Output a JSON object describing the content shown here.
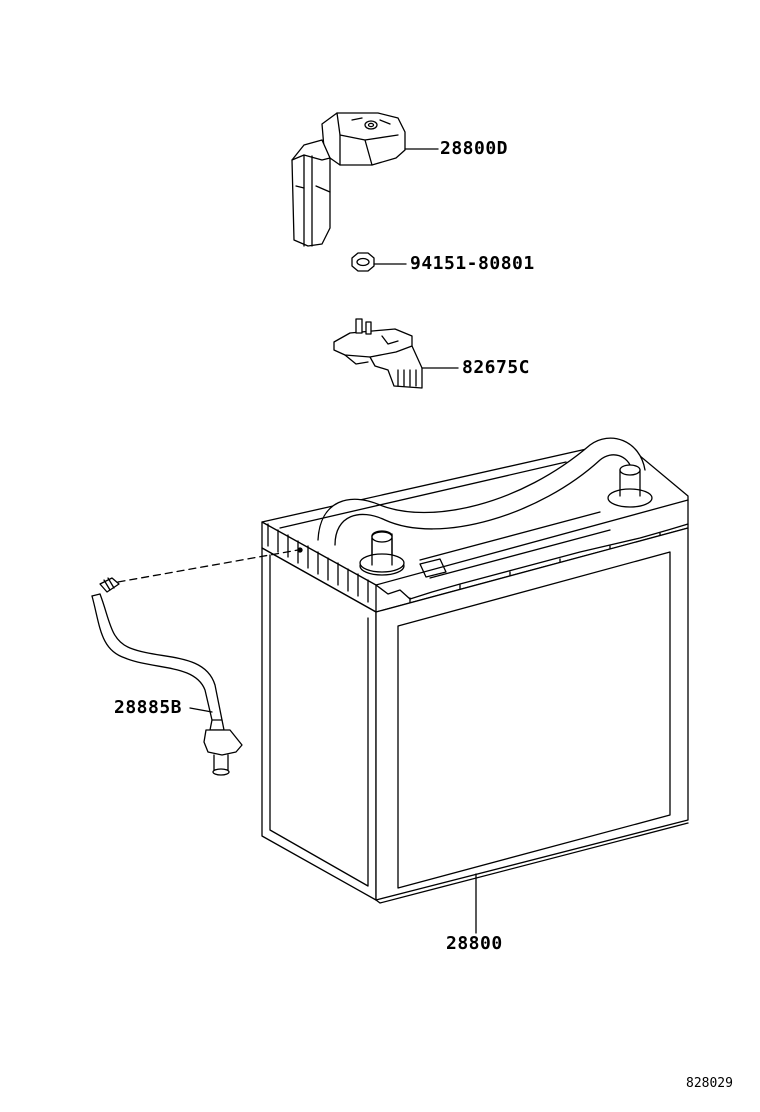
{
  "parts": {
    "terminal_cover": "28800D",
    "nut": "94151-80801",
    "sensor": "82675C",
    "hose": "28885B",
    "battery": "28800"
  },
  "figure_id": "828029"
}
